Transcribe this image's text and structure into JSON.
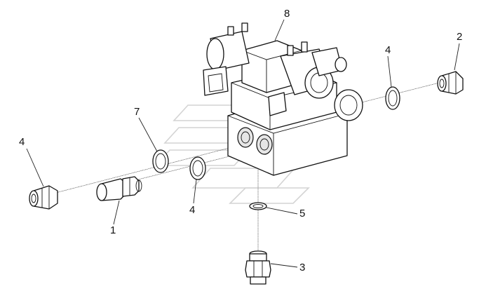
{
  "callouts": [
    {
      "id": "callout-8",
      "text": "8"
    },
    {
      "id": "callout-2",
      "text": "2"
    },
    {
      "id": "callout-4-top",
      "text": "4"
    },
    {
      "id": "callout-7",
      "text": "7"
    },
    {
      "id": "callout-4-left",
      "text": "4"
    },
    {
      "id": "callout-4-bottom",
      "text": "4"
    },
    {
      "id": "callout-1",
      "text": "1"
    },
    {
      "id": "callout-5",
      "text": "5"
    },
    {
      "id": "callout-3",
      "text": "3"
    }
  ],
  "colors": {
    "line": "#111111",
    "watermark": "#d4d4d4",
    "background": "#ffffff"
  }
}
